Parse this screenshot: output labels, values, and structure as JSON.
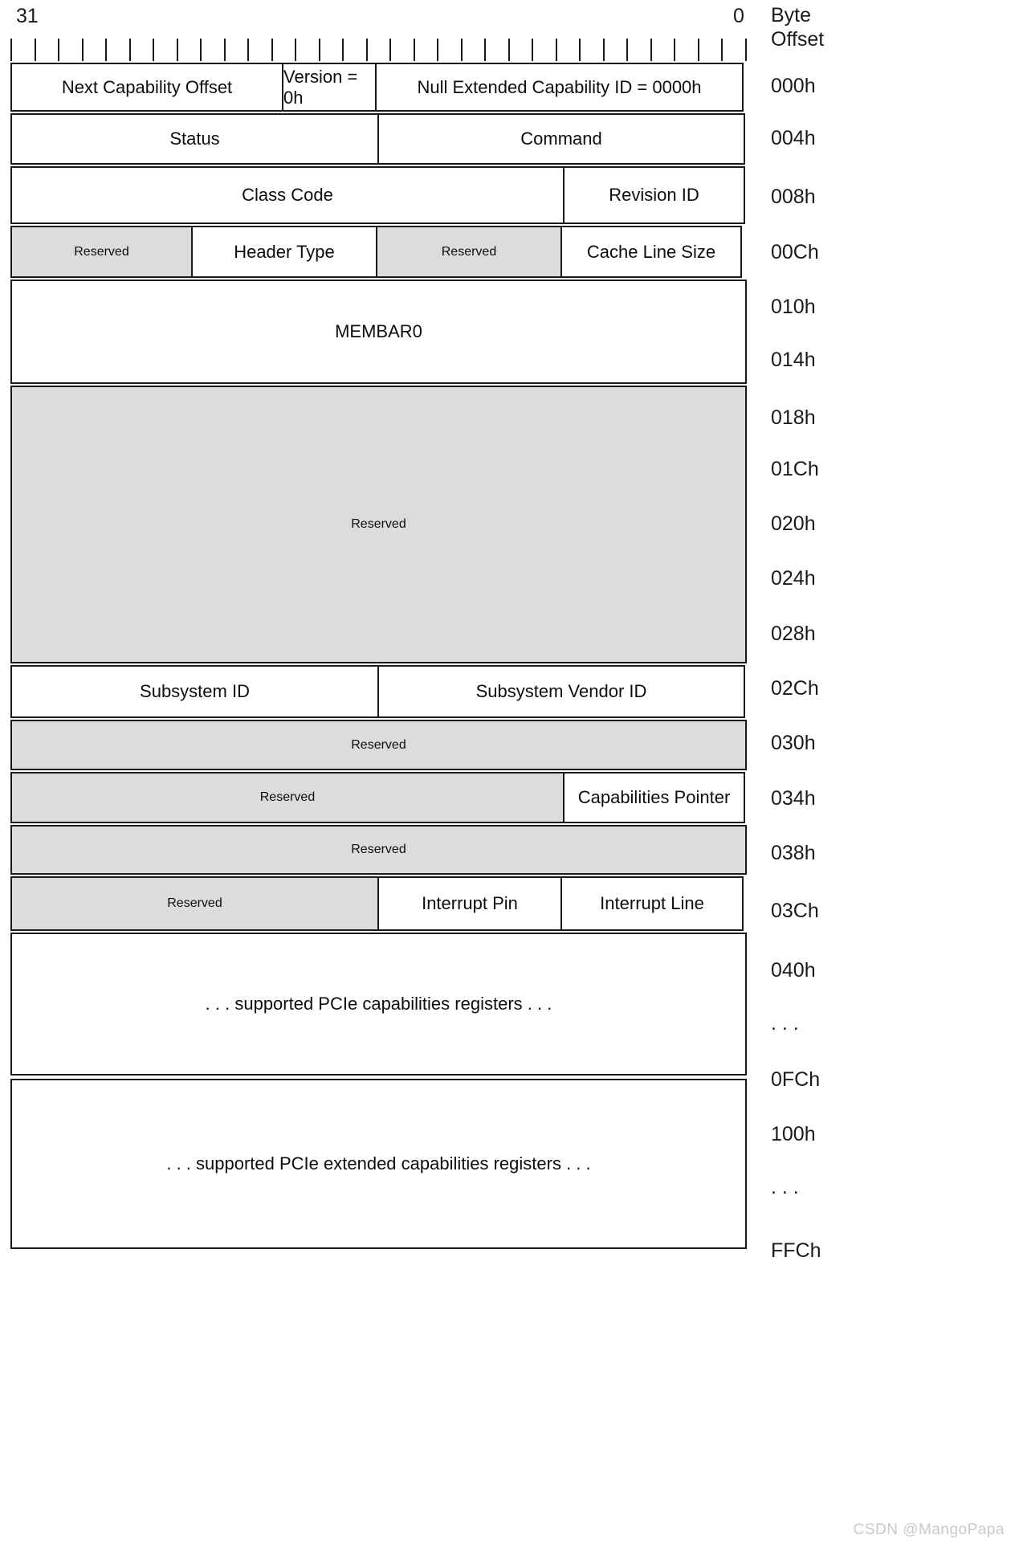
{
  "bit_ruler": {
    "left_label": "31",
    "right_label": "0",
    "tick_count": 32
  },
  "offset_header": {
    "line1": "Byte",
    "line2": "Offset"
  },
  "byte_offsets": [
    "000h",
    "004h",
    "008h",
    "00Ch",
    "010h",
    "014h",
    "018h",
    "01Ch",
    "020h",
    "024h",
    "028h",
    "02Ch",
    "030h",
    "034h",
    "038h",
    "03Ch",
    "040h",
    ". . .",
    "0FCh",
    "100h",
    ". . .",
    "FFCh"
  ],
  "rows": [
    {
      "name": "dword-000h",
      "cells": [
        {
          "label": "Next Capability Offset",
          "reserved": false
        },
        {
          "label": "Version = 0h",
          "reserved": false
        },
        {
          "label": "Null Extended Capability ID = 0000h",
          "reserved": false
        }
      ]
    },
    {
      "name": "dword-004h",
      "cells": [
        {
          "label": "Status",
          "reserved": false
        },
        {
          "label": "Command",
          "reserved": false
        }
      ]
    },
    {
      "name": "dword-008h",
      "cells": [
        {
          "label": "Class Code",
          "reserved": false
        },
        {
          "label": "Revision ID",
          "reserved": false
        }
      ]
    },
    {
      "name": "dword-00Ch",
      "cells": [
        {
          "label": "Reserved",
          "reserved": true
        },
        {
          "label": "Header Type",
          "reserved": false
        },
        {
          "label": "Reserved",
          "reserved": true
        },
        {
          "label": "Cache Line Size",
          "reserved": false
        }
      ]
    },
    {
      "name": "membar0-block",
      "cells": [
        {
          "label": "MEMBAR0",
          "reserved": false
        }
      ]
    },
    {
      "name": "reserved-big-block",
      "cells": [
        {
          "label": "Reserved",
          "reserved": true
        }
      ]
    },
    {
      "name": "dword-02Ch",
      "cells": [
        {
          "label": "Subsystem ID",
          "reserved": false
        },
        {
          "label": "Subsystem Vendor ID",
          "reserved": false
        }
      ]
    },
    {
      "name": "dword-030h",
      "cells": [
        {
          "label": "Reserved",
          "reserved": true
        }
      ]
    },
    {
      "name": "dword-034h",
      "cells": [
        {
          "label": "Reserved",
          "reserved": true
        },
        {
          "label": "Capabilities Pointer",
          "reserved": false
        }
      ]
    },
    {
      "name": "dword-038h",
      "cells": [
        {
          "label": "Reserved",
          "reserved": true
        }
      ]
    },
    {
      "name": "dword-03Ch",
      "cells": [
        {
          "label": "Reserved",
          "reserved": true
        },
        {
          "label": "Interrupt Pin",
          "reserved": false
        },
        {
          "label": "Interrupt Line",
          "reserved": false
        }
      ]
    },
    {
      "name": "pcie-capabilities-block",
      "cells": [
        {
          "label": ". . . supported PCIe capabilities registers . . .",
          "reserved": false
        }
      ]
    },
    {
      "name": "pcie-extended-capabilities-block",
      "cells": [
        {
          "label": ". . . supported PCIe extended capabilities registers . . .",
          "reserved": false
        }
      ]
    }
  ],
  "watermark": "CSDN @MangoPapa"
}
